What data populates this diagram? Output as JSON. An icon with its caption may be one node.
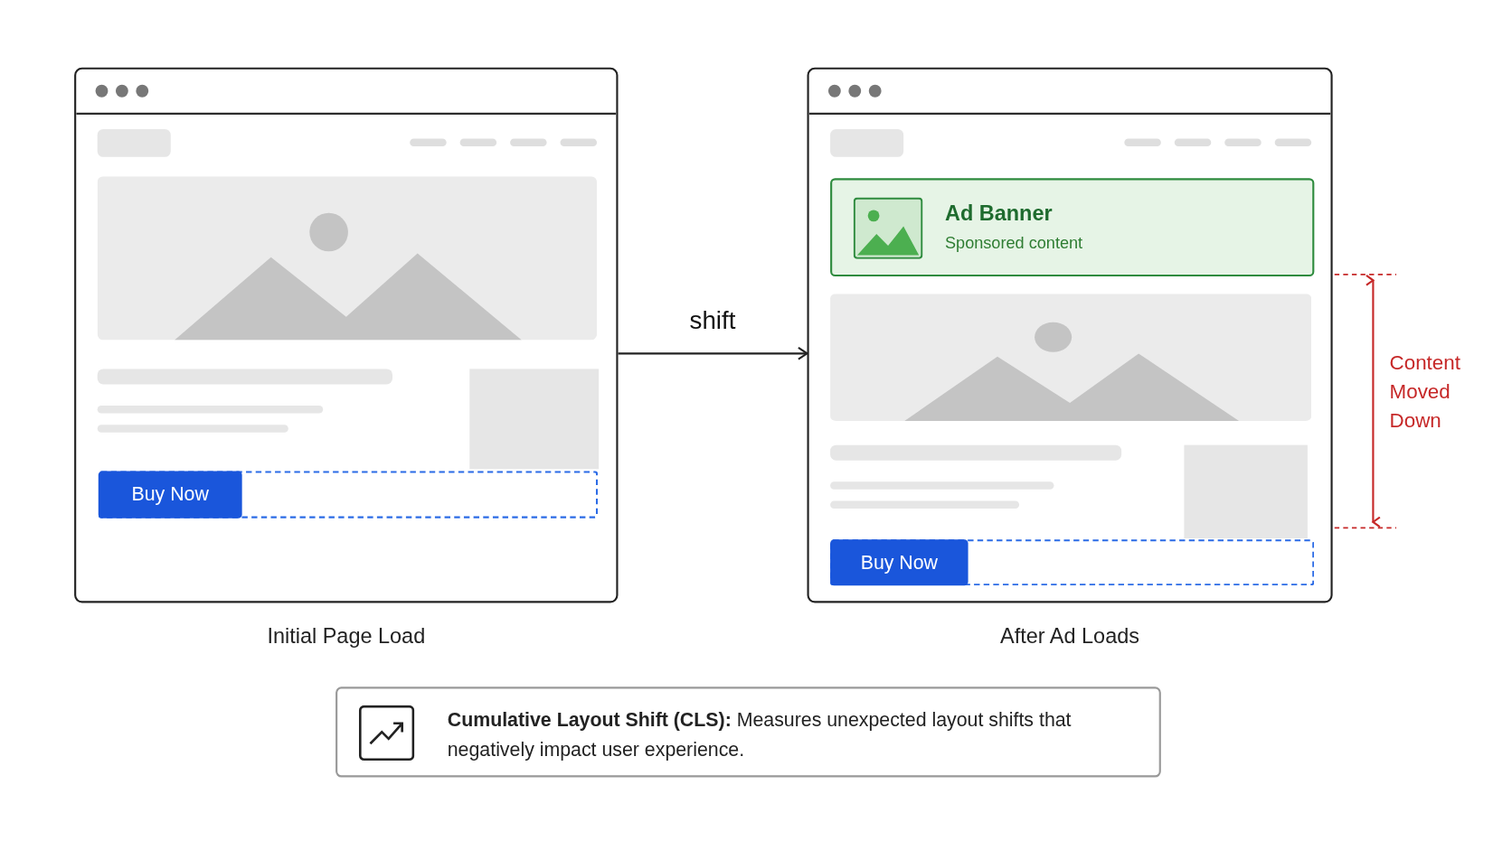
{
  "diagram": {
    "nodes": [
      {
        "text": [
          "Initial Page Load"
        ]
      },
      {
        "text": [
          "Buy Now"
        ],
        "in": 0
      },
      {
        "text": [
          "After Ad Loads"
        ]
      },
      {
        "text": [
          "Ad Banner",
          "Sponsored content"
        ],
        "in": 2
      },
      {
        "text": [
          "Buy Now"
        ],
        "in": 2
      },
      {
        "text": [
          "**Cumulative Layout Shift (CLS):** Measures unexpected layout shifts that negatively impact user experience."
        ]
      }
    ],
    "edges": [
      {
        "from": 0,
        "to": 2,
        "arrow": "to",
        "label": "shift"
      }
    ],
    "labels": [
      "Content Moved Down"
    ]
  }
}
